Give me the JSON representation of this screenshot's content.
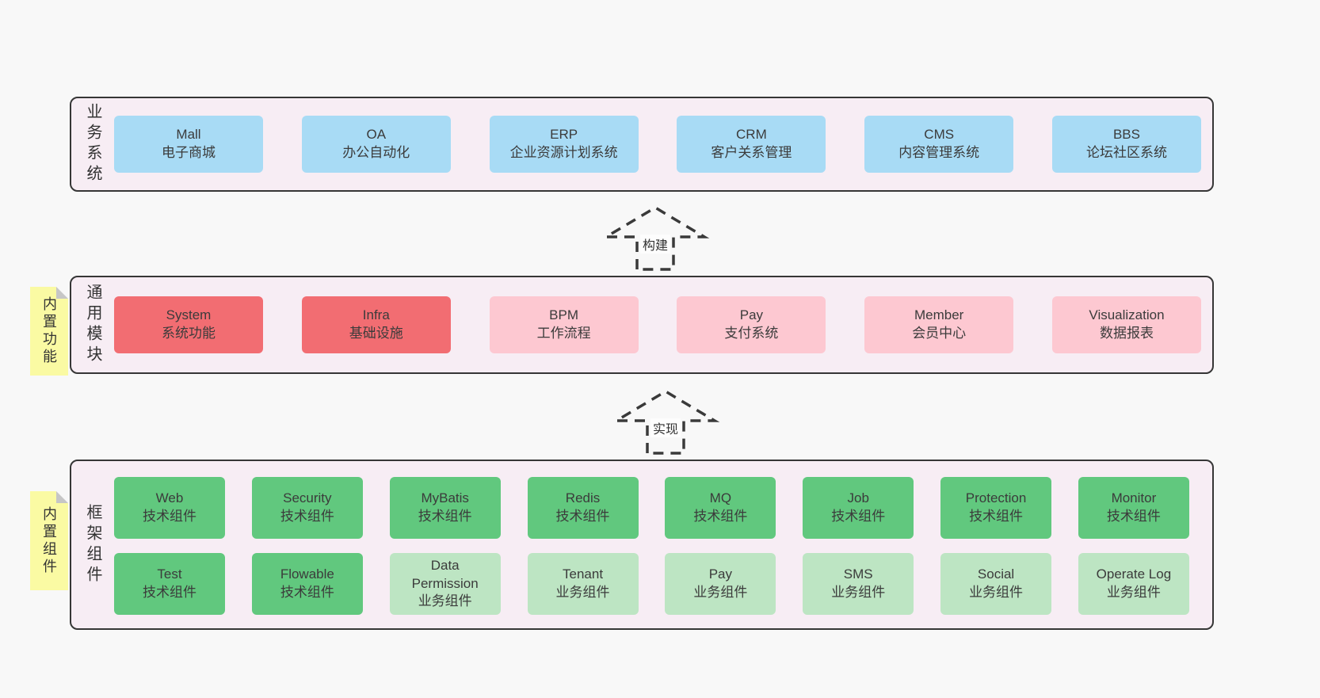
{
  "colors": {
    "page_bg": "#f8f8f8",
    "container_bg": "#f7edf4",
    "container_border": "#363636",
    "blue_box": "#a8dbf5",
    "red_box": "#f26d72",
    "pink_box": "#fdc8d1",
    "green_box": "#61c87e",
    "light_green_box": "#bde5c3",
    "sticky_yellow": "#fafaa3",
    "text": "#3b3b3b"
  },
  "arrows": [
    {
      "label": "构建"
    },
    {
      "label": "实现"
    }
  ],
  "layers": [
    {
      "label": "业务系统",
      "rows": [
        [
          {
            "title": "Mall",
            "subtitle": "电子商城"
          },
          {
            "title": "OA",
            "subtitle": "办公自动化"
          },
          {
            "title": "ERP",
            "subtitle": "企业资源计划系统"
          },
          {
            "title": "CRM",
            "subtitle": "客户关系管理"
          },
          {
            "title": "CMS",
            "subtitle": "内容管理系统"
          },
          {
            "title": "BBS",
            "subtitle": "论坛社区系统"
          }
        ]
      ]
    },
    {
      "label": "通用模块",
      "sticky": "内置功能",
      "rows": [
        [
          {
            "title": "System",
            "subtitle": "系统功能"
          },
          {
            "title": "Infra",
            "subtitle": "基础设施"
          },
          {
            "title": "BPM",
            "subtitle": "工作流程"
          },
          {
            "title": "Pay",
            "subtitle": "支付系统"
          },
          {
            "title": "Member",
            "subtitle": "会员中心"
          },
          {
            "title": "Visualization",
            "subtitle": "数据报表"
          }
        ]
      ]
    },
    {
      "label": "框架组件",
      "sticky": "内置组件",
      "rows": [
        [
          {
            "title": "Web",
            "subtitle": "技术组件"
          },
          {
            "title": "Security",
            "subtitle": "技术组件"
          },
          {
            "title": "MyBatis",
            "subtitle": "技术组件"
          },
          {
            "title": "Redis",
            "subtitle": "技术组件"
          },
          {
            "title": "MQ",
            "subtitle": "技术组件"
          },
          {
            "title": "Job",
            "subtitle": "技术组件"
          },
          {
            "title": "Protection",
            "subtitle": "技术组件"
          },
          {
            "title": "Monitor",
            "subtitle": "技术组件"
          }
        ],
        [
          {
            "title": "Test",
            "subtitle": "技术组件"
          },
          {
            "title": "Flowable",
            "subtitle": "技术组件"
          },
          {
            "title": "Data Permission",
            "subtitle": "业务组件"
          },
          {
            "title": "Tenant",
            "subtitle": "业务组件"
          },
          {
            "title": "Pay",
            "subtitle": "业务组件"
          },
          {
            "title": "SMS",
            "subtitle": "业务组件"
          },
          {
            "title": "Social",
            "subtitle": "业务组件"
          },
          {
            "title": "Operate Log",
            "subtitle": "业务组件"
          }
        ]
      ]
    }
  ]
}
